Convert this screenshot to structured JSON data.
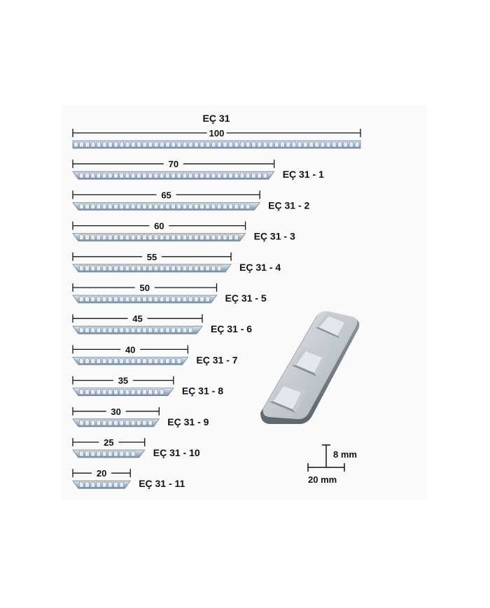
{
  "title": "EÇ 31",
  "units": "mm",
  "colors": {
    "strip_base": "#a9bac9",
    "strip_light": "#e3ebf2",
    "strip_dark": "#6f8193",
    "line": "#111111",
    "product_face": "#9aa2aa",
    "product_top": "#c8ced4",
    "product_shadow": "#6d747b"
  },
  "strips": [
    {
      "length": "100",
      "label": ""
    },
    {
      "length": "70",
      "label": "EÇ 31 - 1"
    },
    {
      "length": "65",
      "label": "EÇ 31 - 2"
    },
    {
      "length": "60",
      "label": "EÇ 31 - 3"
    },
    {
      "length": "55",
      "label": "EÇ 31 - 4"
    },
    {
      "length": "50",
      "label": "EÇ 31 - 5"
    },
    {
      "length": "45",
      "label": "EÇ 31 - 6"
    },
    {
      "length": "40",
      "label": "EÇ 31 - 7"
    },
    {
      "length": "35",
      "label": "EÇ 31 - 8"
    },
    {
      "length": "30",
      "label": "EÇ 31 - 9"
    },
    {
      "length": "25",
      "label": "EÇ 31 - 10"
    },
    {
      "length": "20",
      "label": "EÇ 31 - 11"
    }
  ],
  "profile": {
    "height_label": "8 mm",
    "width_label": "20 mm"
  }
}
